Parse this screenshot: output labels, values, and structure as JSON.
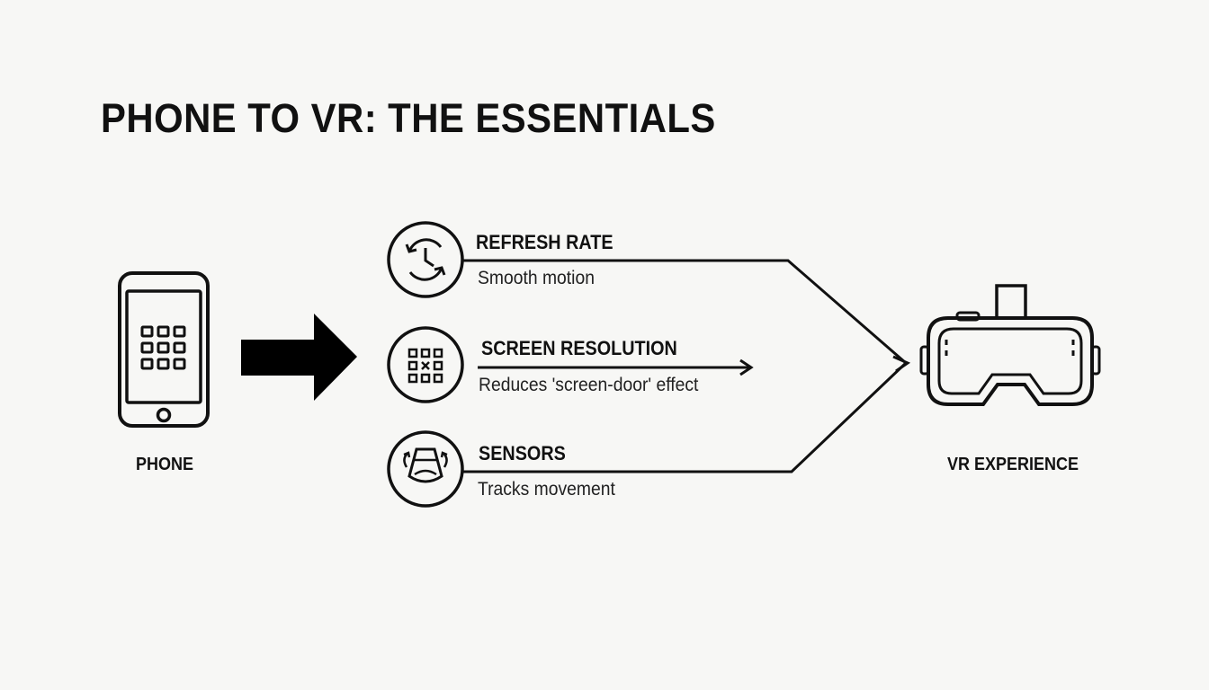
{
  "title": "PHONE TO VR: THE ESSENTIALS",
  "source": {
    "label": "PHONE",
    "icon": "smartphone-icon"
  },
  "target": {
    "label": "VR EXPERIENCE",
    "icon": "vr-headset-icon"
  },
  "features": [
    {
      "title": "REFRESH RATE",
      "description": "Smooth motion",
      "icon": "clock-refresh-icon"
    },
    {
      "title": "SCREEN RESOLUTION",
      "description": "Reduces 'screen-door' effect",
      "icon": "pixel-grid-icon"
    },
    {
      "title": "SENSORS",
      "description": "Tracks movement",
      "icon": "motion-sensor-icon"
    }
  ],
  "colors": {
    "background": "#f7f7f5",
    "ink": "#111111"
  }
}
